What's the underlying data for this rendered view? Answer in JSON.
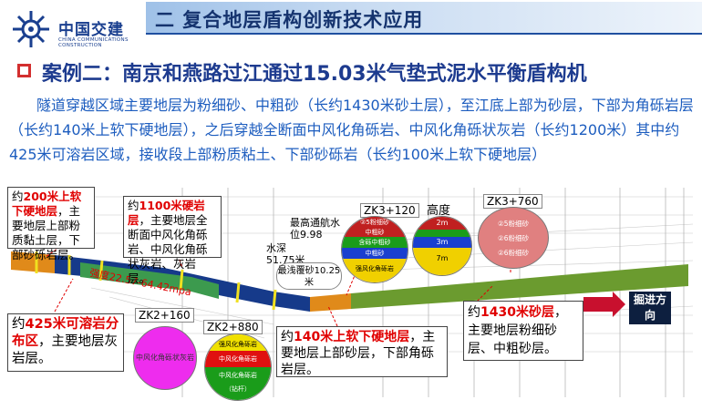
{
  "header": {
    "logo_cn": "中国交建",
    "logo_en": "CHINA COMMUNICATIONS CONSTRUCTION",
    "section_title": "二 复合地层盾构创新技术应用"
  },
  "case_title": "案例二：南京和燕路过江通过15.03米气垫式泥水平衡盾构机",
  "description": "隧道穿越区域主要地层为粉细砂、中粗砂（长约1430米砂土层），至江底上部为砂层，下部为角砾岩层（长约140米上软下硬地层），之后穿越全断面中风化角砾岩、中风化角砾状灰岩（长约1200米）其中约425米可溶岩区域，接收段上部粉质粘土、下部砂砾岩（长约100米上软下硬地层）",
  "callouts": {
    "c200": {
      "pre": "约",
      "hl": "200米上软下硬地层",
      "rest": "，主要地层上部粉质黏土层，下部砂砾岩层。"
    },
    "c1100": {
      "pre": "约",
      "hl": "1100米硬岩层",
      "rest": "，主要地层全断面中风化角砾岩、中风化角砾状灰岩、灰岩层。"
    },
    "c425": {
      "pre": "约",
      "hl": "425米可溶岩分布区",
      "rest": "，主要地层灰岩层。"
    },
    "c140": {
      "pre": "约",
      "hl": "140米上软下硬地层",
      "rest": "，主要地层上部砂层，下部角砾岩层。"
    },
    "c1430": {
      "pre": "约",
      "hl": "1430米砂层",
      "rest": "，主要地层粉细砂层、中粗砂层。"
    }
  },
  "labels": {
    "strength": "强度22.57-64.42mpa",
    "max_water": "最高通航水位9.98",
    "water_depth": "水深51.75米",
    "shallow_cover": "最浅覆砂10.25米",
    "height": "高度",
    "direction": "掘进方向"
  },
  "sections": {
    "zk3_120": {
      "name": "ZK3+120",
      "layers": [
        {
          "text": "②5粉细砂",
          "color": "#c02020"
        },
        {
          "text": "中粗砂",
          "color": "#c02020"
        },
        {
          "text": "含砾中粗砂",
          "color": "#1a9c1a"
        },
        {
          "text": "中粗砂",
          "color": "#1a3fcf"
        },
        {
          "text": "强风化角砾岩",
          "color": "#f0d000"
        }
      ]
    },
    "height_circle": {
      "layers": [
        {
          "text": "2m",
          "color": "#c02020"
        },
        {
          "text": "",
          "color": "#1a9c1a"
        },
        {
          "text": "3m",
          "color": "#1a3fcf"
        },
        {
          "text": "7m",
          "color": "#f0d000"
        }
      ]
    },
    "zk3_760": {
      "name": "ZK3+760",
      "layers": [
        {
          "text": "②5粉细砂",
          "color": "#e08080"
        },
        {
          "text": "②6粉细砂",
          "color": "#e08080"
        },
        {
          "text": "②6粉细砂",
          "color": "#e08080"
        }
      ]
    },
    "zk2_160": {
      "name": "ZK2+160",
      "text": "中风化角砾状灰岩",
      "color": "#ee2cee"
    },
    "zk2_880": {
      "name": "ZK2+880",
      "layers": [
        {
          "text": "强风化角砾岩",
          "color": "#f0e000"
        },
        {
          "text": "中风化角砾岩",
          "color": "#e01010"
        },
        {
          "text": "中风化角砾岩",
          "color": "#1a9c1a"
        },
        {
          "text": "（钻杆）",
          "color": "#1a9c1a"
        }
      ]
    }
  },
  "colors": {
    "sand_tunnel": "#6b9b2f",
    "rock_tunnel": "#163a8a",
    "limestone_band": "#3c9a4e",
    "entry": "#e08a1a",
    "callout_border": "#444444",
    "highlight": "#e00000",
    "title_blue": "#1d3b8f",
    "body_blue": "#1d5dbf"
  }
}
